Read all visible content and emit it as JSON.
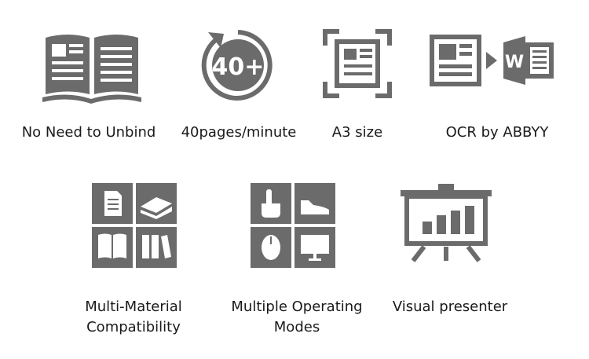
{
  "features": {
    "no_unbind": {
      "label": "No Need to Unbind",
      "icon": "open-book-icon"
    },
    "speed": {
      "label": "40pages/minute",
      "icon": "speed-40-icon",
      "badge": "40+"
    },
    "a3": {
      "label": "A3 size",
      "icon": "a3-frame-icon"
    },
    "ocr": {
      "label": "OCR by ABBYY",
      "icon": "ocr-to-word-icon",
      "badge": "W"
    },
    "multi_material": {
      "label_line1": "Multi-Material",
      "label_line2": "Compatibility",
      "icon": "multi-material-icon"
    },
    "operating_modes": {
      "label_line1": "Multiple Operating",
      "label_line2": "Modes",
      "icon": "operating-modes-icon"
    },
    "presenter": {
      "label": "Visual presenter",
      "icon": "presenter-icon"
    }
  },
  "colors": {
    "icon_gray": "#6b6b6b",
    "text": "#1a1a1a",
    "background": "#ffffff"
  }
}
